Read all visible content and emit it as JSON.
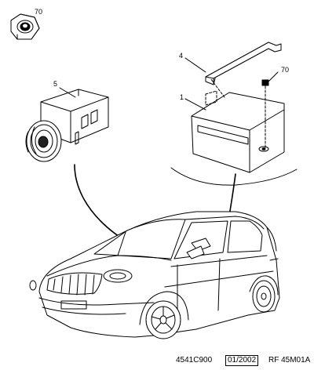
{
  "callouts": {
    "nut": "70",
    "switch": "5",
    "bracket": "4",
    "module": "1",
    "module_nut": "70"
  },
  "footer": {
    "code": "4541C900",
    "date": "01/2002",
    "ref": "RF 45M01A"
  }
}
